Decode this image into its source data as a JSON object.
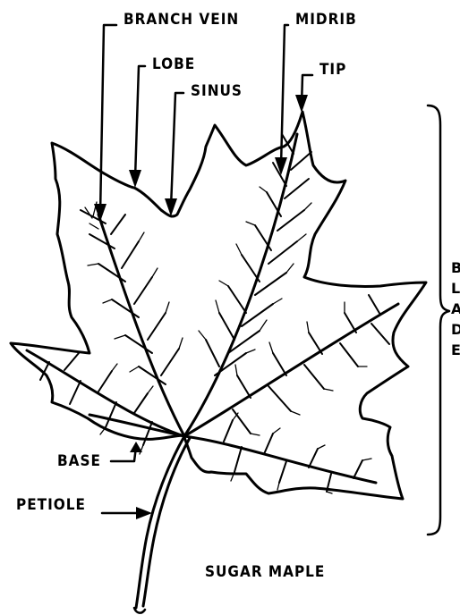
{
  "labels": {
    "branch_vein": "BRANCH VEIN",
    "midrib": "MIDRIB",
    "lobe": "LOBE",
    "tip": "TIP",
    "sinus": "SINUS",
    "base": "BASE",
    "petiole": "PETIOLE",
    "caption": "SUGAR MAPLE"
  },
  "blade": [
    "B",
    "L",
    "A",
    "D",
    "E"
  ]
}
